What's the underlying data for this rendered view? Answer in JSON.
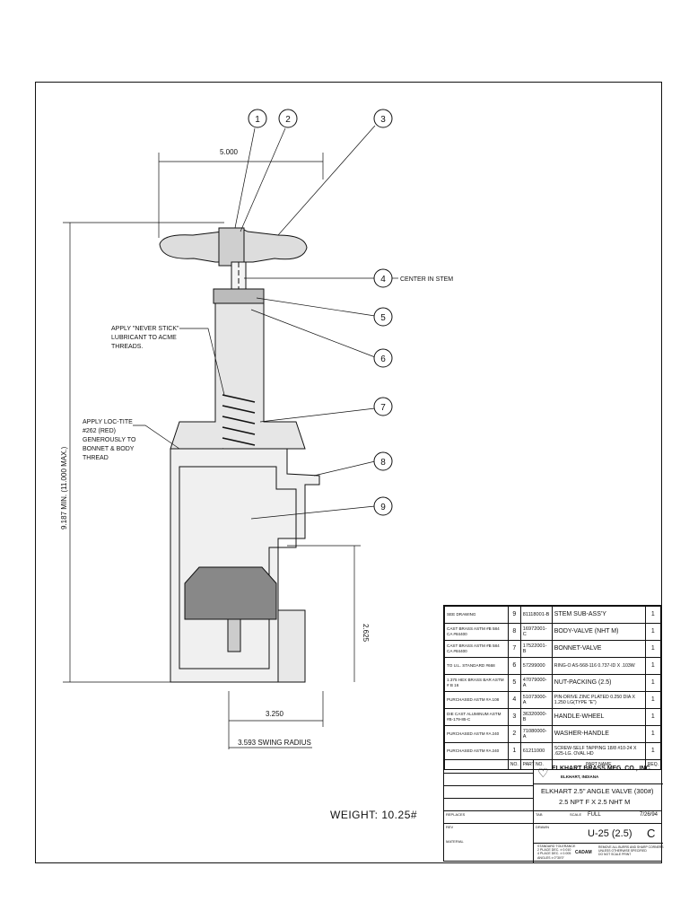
{
  "balloons": [
    "1",
    "2",
    "3",
    "4",
    "5",
    "6",
    "7",
    "8",
    "9"
  ],
  "notes": {
    "center_in_stem": "CENTER IN STEM",
    "never_stick": [
      "APPLY \"NEVER STICK\"",
      "LUBRICANT TO ACME",
      "THREADS."
    ],
    "loc_tite": [
      "APPLY LOC-TITE",
      "#262 (RED)",
      "GENEROUSLY TO",
      "BONNET & BODY",
      "THREAD"
    ]
  },
  "dimensions": {
    "top_width": "5.000",
    "height": "9.187 MIN. (11.000 MAX.)",
    "side": "2.625",
    "bottom": "3.250",
    "swing": "3.593 SWING RADIUS"
  },
  "weight": "WEIGHT: 10.25#",
  "bom": {
    "rows": [
      {
        "material": "SEE DRAWING",
        "no": "9",
        "part": "81118001-B",
        "name": "STEM SUB-ASS'Y",
        "qty": "1"
      },
      {
        "material": "CAST BRASS ASTM #B 584   CA #84400",
        "no": "8",
        "part": "16972001-C",
        "name": "BODY-VALVE (NHT M)",
        "qty": "1"
      },
      {
        "material": "CAST BRASS ASTM #B 584   CA #84400",
        "no": "7",
        "part": "17522001-B",
        "name": "BONNET-VALVE",
        "qty": "1"
      },
      {
        "material": "TO U.L. STANDARD #668",
        "no": "6",
        "part": "57299000",
        "name": "RING-O  AS-568-116 0.737-ID X .103W",
        "qty": "1"
      },
      {
        "material": "1.375 HEX BRASS BAR ASTM # B 16",
        "no": "5",
        "part": "47079000-A",
        "name": "NUT-PACKING (2.5)",
        "qty": "1"
      },
      {
        "material": "PURCHASED ASTM #A 108",
        "no": "4",
        "part": "51073000-A",
        "name": "PIN-DRIVE   ZINC PLATED 0.250 DIA X 1.250 LG(TYPE \"E\")",
        "qty": "1"
      },
      {
        "material": "DIE CAST ALUMINUM ASTM #B-179-85-C",
        "no": "3",
        "part": "36320000-B",
        "name": "HANDLE-WHEEL",
        "qty": "1"
      },
      {
        "material": "PURCHASED ASTM #A 240",
        "no": "2",
        "part": "71080000-A",
        "name": "WASHER-HANDLE",
        "qty": "1"
      },
      {
        "material": "PURCHASED ASTM #A 240",
        "no": "1",
        "part": "61211000",
        "name": "SCREW-SELF TAPPING 18/8 #10-24 X .625-LG. OVAL HD",
        "qty": "1"
      }
    ],
    "headers": {
      "no": "NO.",
      "part": "PART NO.",
      "name": "PART NAME",
      "qty": "REQ."
    }
  },
  "titleblock": {
    "company": "ELKHART BRASS MFG. CO., INC.",
    "city": "ELKHART, INDIANA",
    "title1": "ELKHART 2.5\" ANGLE VALVE (300#)",
    "title2": "2.5 NPT F X 2.5 NHT M",
    "scale_label": "SCALE",
    "scale": "FULL",
    "date": "7/26/94",
    "drawing_no": "U-25 (2.5)",
    "rev": "C",
    "cadam": "CADAM",
    "notes": [
      "REMOVE ALL BURRS AND SHARP CORNERS",
      "UNLESS OTHERWISE SPECIFIED",
      "DO NOT SCALE PRINT"
    ],
    "tolerances": [
      "STANDARD TOLERANCE",
      "2 PLACE DEC. ± 0.010",
      "4 PLACE DEC. ± 0.005",
      "ANGLES ± 0°30'0\""
    ],
    "material_label": "MATERIAL",
    "tag": "TAB",
    "replaces": "REPLACES",
    "drawn": "DRAWN",
    "date_label": "DATE",
    "rev_label": "REV"
  }
}
